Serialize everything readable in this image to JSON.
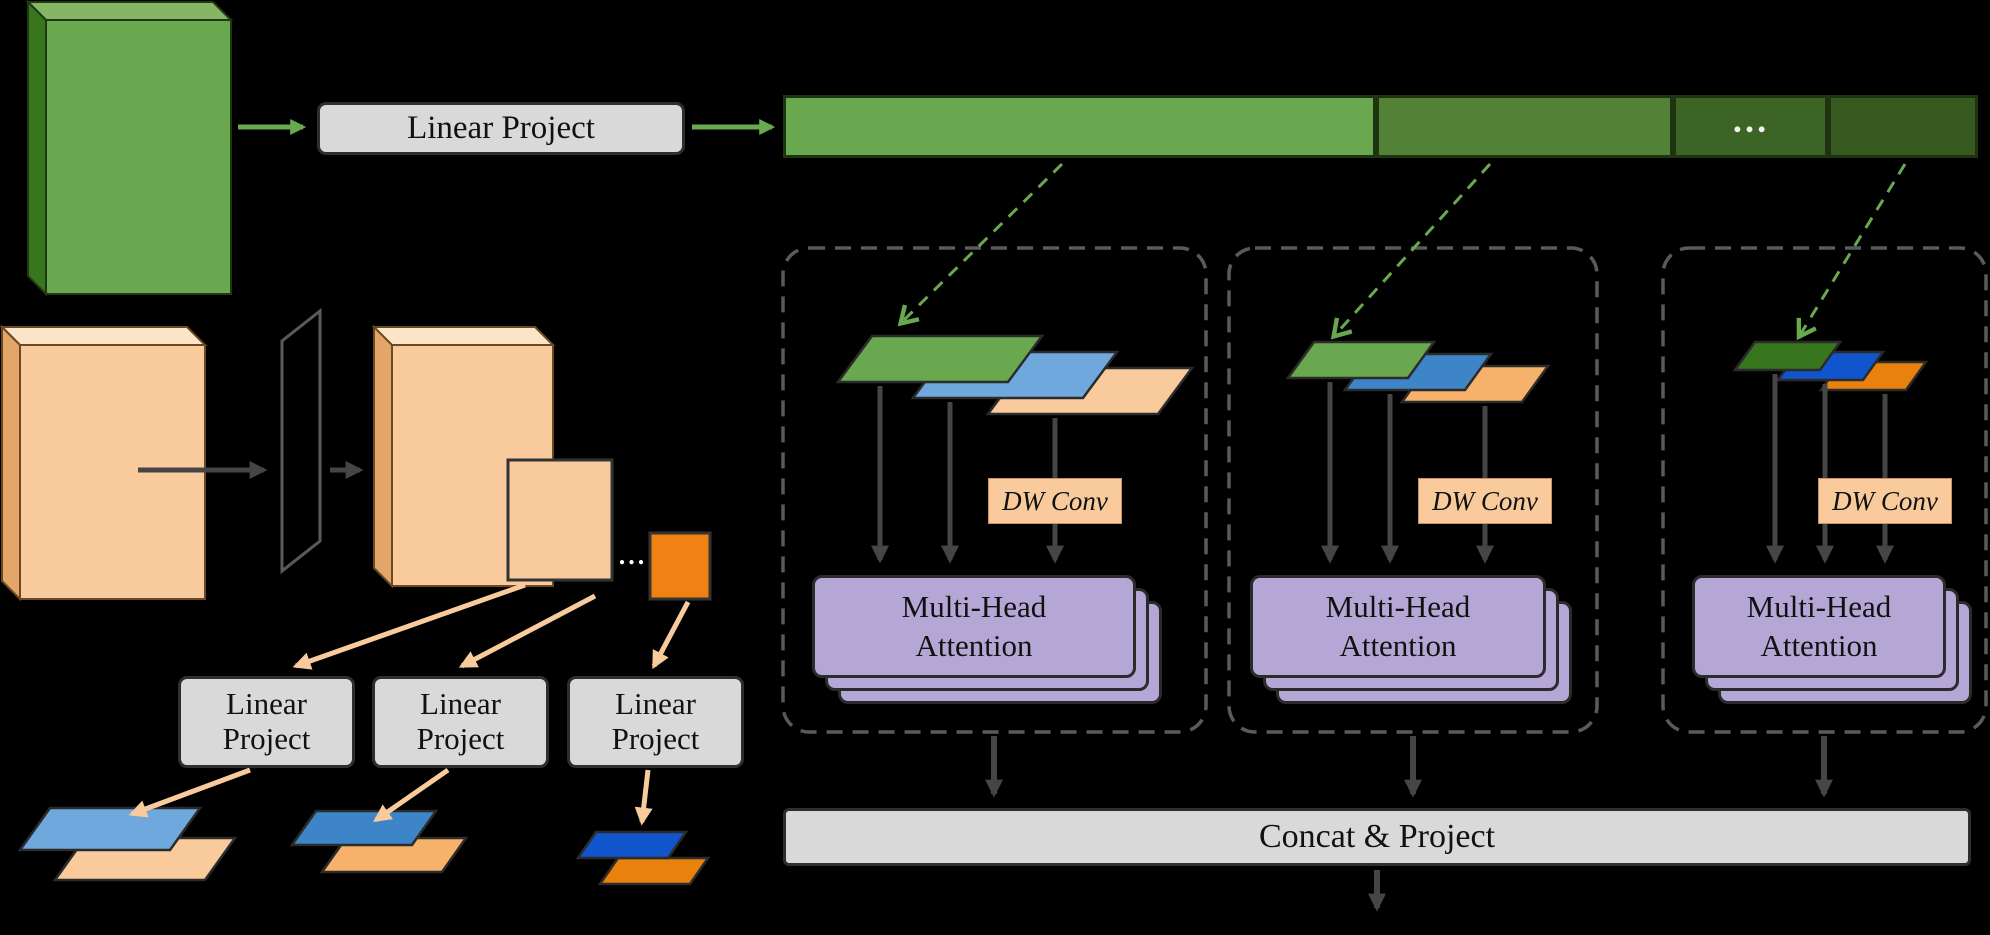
{
  "figure": {
    "background": "#000000"
  },
  "colors": {
    "green": "#6aa84f",
    "green_top": "#86b566",
    "green_side": "#38761d",
    "green_mid": "#538135",
    "green_dark": "#3c6424",
    "green_darker": "#35591f",
    "peach": "#f9cb9c",
    "peach_top": "#fce4c8",
    "peach_side": "#e3a568",
    "orange_mid": "#f6b26b",
    "orange_deep": "#e8820c",
    "orange_bright": "#f08113",
    "blue_light": "#6fa8dc",
    "blue_mid": "#3d85c6",
    "blue_dark": "#1155cc",
    "gray_box": "#d9d9d9",
    "purple": "#b4a7d6",
    "arrow_dark": "#454545",
    "arrow_green": "#6aa84f",
    "arrow_peach": "#f9cb9c"
  },
  "top_flow": {
    "linear_project": "Linear Project",
    "token_bar": {
      "ellipsis": "…",
      "segments": [
        {
          "color": "#6aa84f"
        },
        {
          "color": "#538135"
        },
        {
          "color": "#3c6424"
        },
        {
          "color": "#35591f"
        }
      ]
    }
  },
  "pyramid": {
    "ellipsis": "...",
    "linear_project_boxes": [
      {
        "label": "Linear Project"
      },
      {
        "label": "Linear Project"
      },
      {
        "label": "Linear Project"
      }
    ]
  },
  "branches": [
    {
      "dw_conv": "DW Conv",
      "mha": "Multi-Head Attention"
    },
    {
      "dw_conv": "DW Conv",
      "mha": "Multi-Head Attention"
    },
    {
      "dw_conv": "DW Conv",
      "mha": "Multi-Head Attention"
    }
  ],
  "output": {
    "concat_project": "Concat & Project"
  }
}
